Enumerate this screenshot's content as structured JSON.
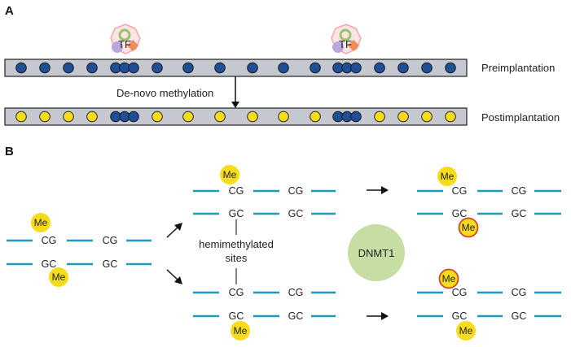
{
  "panel_a": {
    "label": "A",
    "tf_label": "TF",
    "arrow_label": "De-novo methylation",
    "strand_labels": [
      "Preimplantation",
      "Postimplantation"
    ],
    "colors": {
      "unmethylated": "#1f4e96",
      "methylated": "#f6dc1a",
      "strand_fill": "#c5c9cf",
      "tf_ring": "#f2a8a8",
      "tf_top": "#9bc36a",
      "tf_left": "#b8a8dc",
      "tf_right": "#ef8d5b"
    }
  },
  "panel_b": {
    "label": "B",
    "cg": "CG",
    "gc": "GC",
    "me": "Me",
    "hemimethylated_label": [
      "hemimethylated",
      "sites"
    ],
    "dnmt1_label": "DNMT1",
    "colors": {
      "strand": "#1c9ac0",
      "me_fill": "#f6dc1a",
      "new_me_ring": "#d2482a",
      "dnmt1_fill": "#c6dda4"
    }
  }
}
